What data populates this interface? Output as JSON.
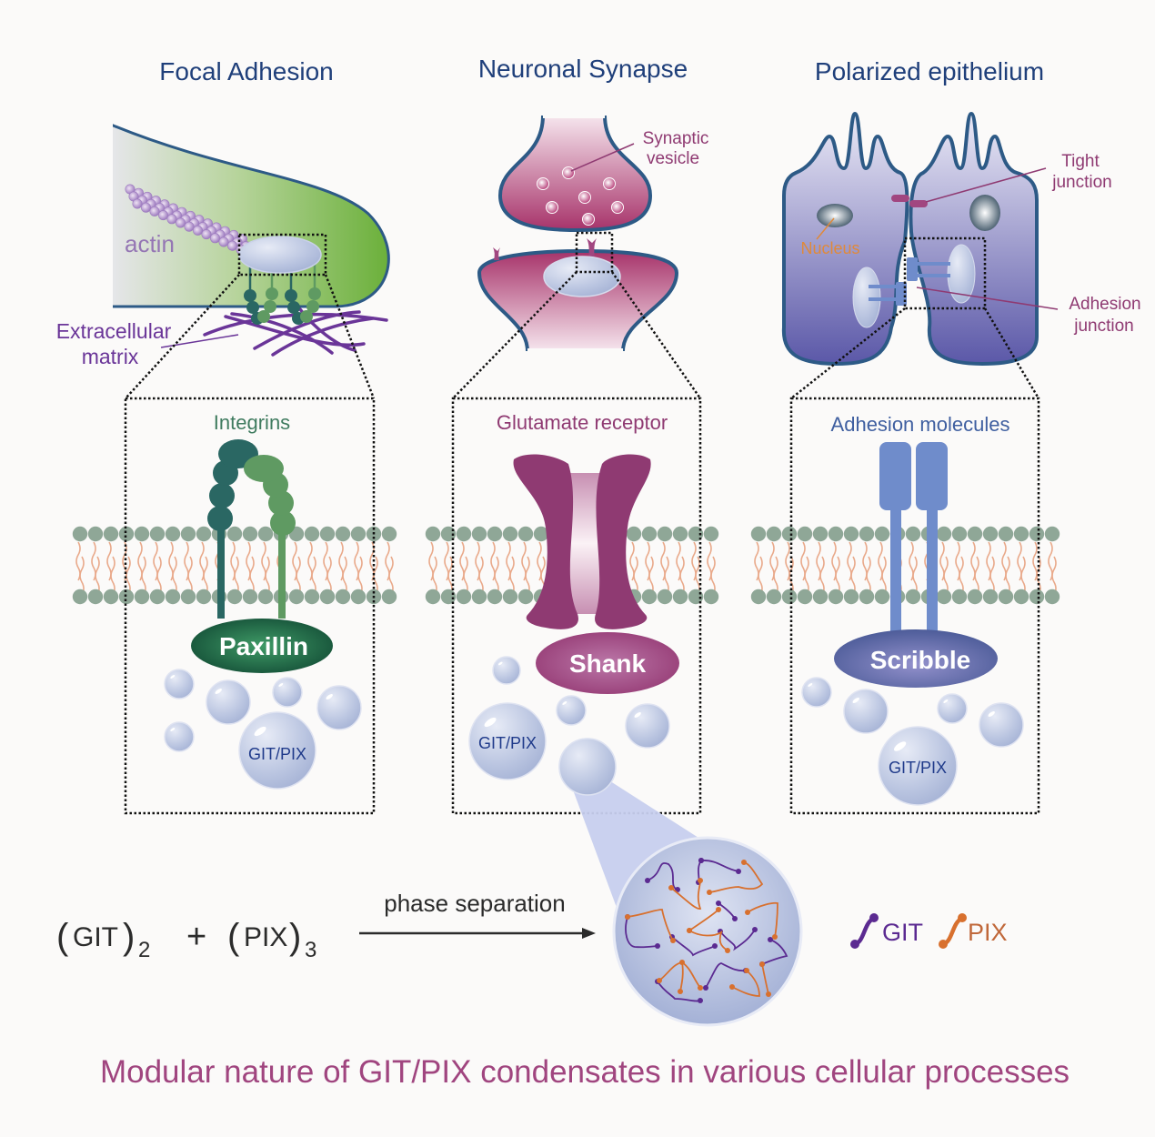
{
  "panels": [
    {
      "title": "Focal Adhesion",
      "labels": {
        "actin": "actin",
        "ecm_line1": "Extracellular",
        "ecm_line2": "matrix"
      },
      "zoom_title": "Integrins",
      "scaffold": "Paxillin",
      "condensate": "GIT/PIX"
    },
    {
      "title": "Neuronal Synapse",
      "labels": {
        "vesicle_line1": "Synaptic",
        "vesicle_line2": "vesicle"
      },
      "zoom_title": "Glutamate receptor",
      "scaffold": "Shank",
      "condensate": "GIT/PIX"
    },
    {
      "title": "Polarized epithelium",
      "labels": {
        "tight_line1": "Tight",
        "tight_line2": "junction",
        "nucleus": "Nucleus",
        "adhesion_line1": "Adhesion",
        "adhesion_line2": "junction"
      },
      "zoom_title": "Adhesion molecules",
      "scaffold": "Scribble",
      "condensate": "GIT/PIX"
    }
  ],
  "equation": {
    "git": "GIT",
    "git_sub": "2",
    "plus": "+",
    "pix": "PIX",
    "pix_sub": "3",
    "arrow_label": "phase separation"
  },
  "legend": {
    "git_label": "GIT",
    "pix_label": "PIX"
  },
  "caption": "Modular nature of GIT/PIX condensates in various cellular processes",
  "colors": {
    "title_blue": "#1f3f7a",
    "caption": "#a0457f",
    "git": "#5b2a91",
    "pix": "#d8702e",
    "integrin_dark": "#2a6763",
    "integrin_light": "#5f9a62",
    "receptor": "#8f3a72",
    "adhesion_mol": "#6f8ccb",
    "membrane_head": "#8fa797",
    "membrane_tail": "#e9a98a"
  }
}
